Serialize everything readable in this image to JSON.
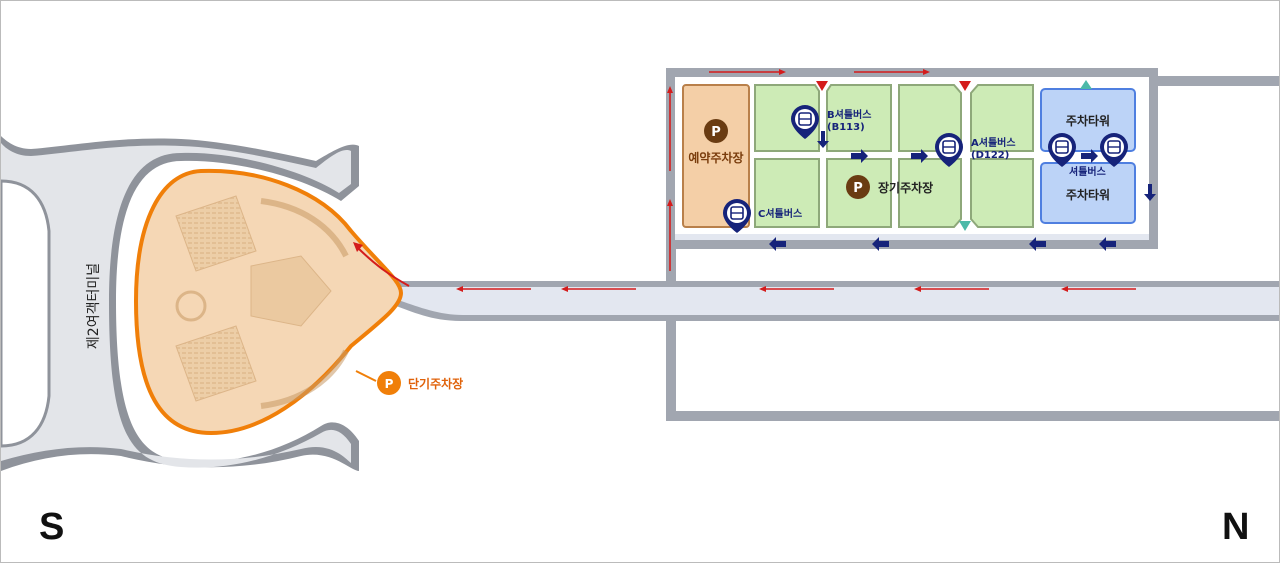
{
  "map": {
    "terminal_label": "제2여객터미널",
    "short_term_parking": {
      "icon_letter": "P",
      "label": "단기주차장"
    },
    "reservation_parking": {
      "icon_letter": "P",
      "label": "예약주차장"
    },
    "long_term_parking": {
      "icon_letter": "P",
      "label": "장기주차장"
    },
    "parking_tower_top": "주차타워",
    "parking_tower_bottom": "주차타워",
    "shuttle_b": {
      "line1": "B셔틀버스",
      "line2": "(B113)"
    },
    "shuttle_a": {
      "line1": "A셔틀버스",
      "line2": "(D122)"
    },
    "shuttle_c": {
      "label": "C셔틀버스"
    },
    "shuttle_tower": {
      "label": "셔틀버스"
    },
    "compass_south": "S",
    "compass_north": "N",
    "colors": {
      "road": "#9fa3ad",
      "road_fill": "#e1e5ee",
      "short_term": "#f07f09",
      "reservation": "#f4cfa7",
      "long_term": "#cdebb6",
      "tower": "#bcd3f7",
      "inbound_arrow": "#d41c1c",
      "outbound_arrow": "#16237a",
      "shuttle_pin": "#16237a",
      "entry_marker": "#4cb9a8"
    }
  }
}
